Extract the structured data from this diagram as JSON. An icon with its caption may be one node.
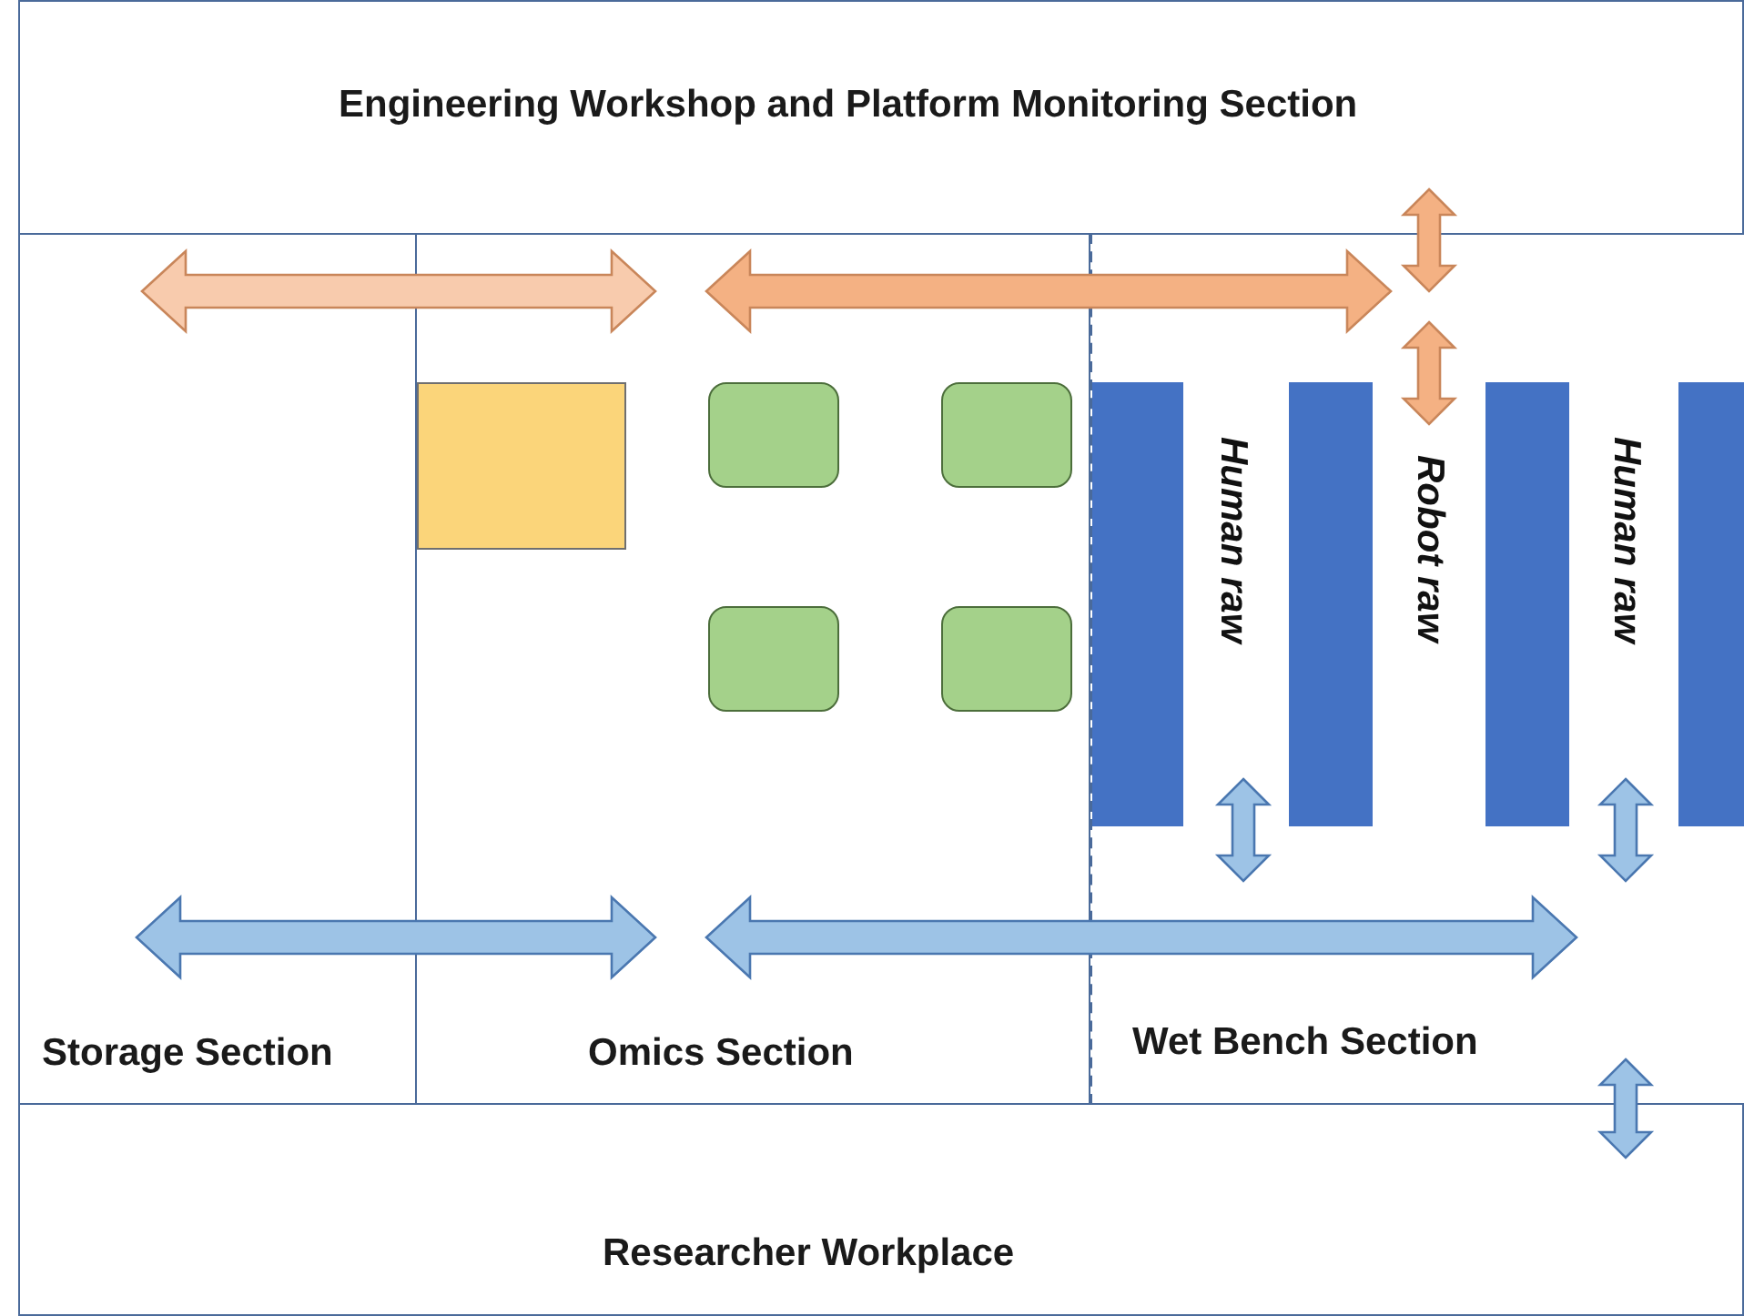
{
  "diagram": {
    "nodes": [
      {
        "text": [
          "Engineering Workshop and Platform Monitoring Section"
        ]
      },
      {
        "text": [
          "Storage Section"
        ]
      },
      {
        "text": [
          "Omics Section"
        ]
      },
      {
        "text": [
          "Wet Bench Section"
        ]
      },
      {
        "text": [
          "Researcher Workplace"
        ]
      },
      {
        "text": [],
        "shape": "box",
        "in": 2
      },
      {
        "text": [],
        "shape": "box",
        "in": 2
      },
      {
        "text": [],
        "shape": "box",
        "in": 2
      },
      {
        "text": [],
        "shape": "box",
        "in": 2
      },
      {
        "text": [],
        "shape": "box",
        "in": 2
      },
      {
        "text": [],
        "shape": "bar",
        "in": 3
      },
      {
        "text": [],
        "shape": "bar",
        "in": 3
      },
      {
        "text": [],
        "shape": "bar",
        "in": 3
      },
      {
        "text": [],
        "shape": "bar",
        "in": 3
      }
    ],
    "labels": [
      "Human raw",
      "Robot raw",
      "Human raw"
    ]
  }
}
